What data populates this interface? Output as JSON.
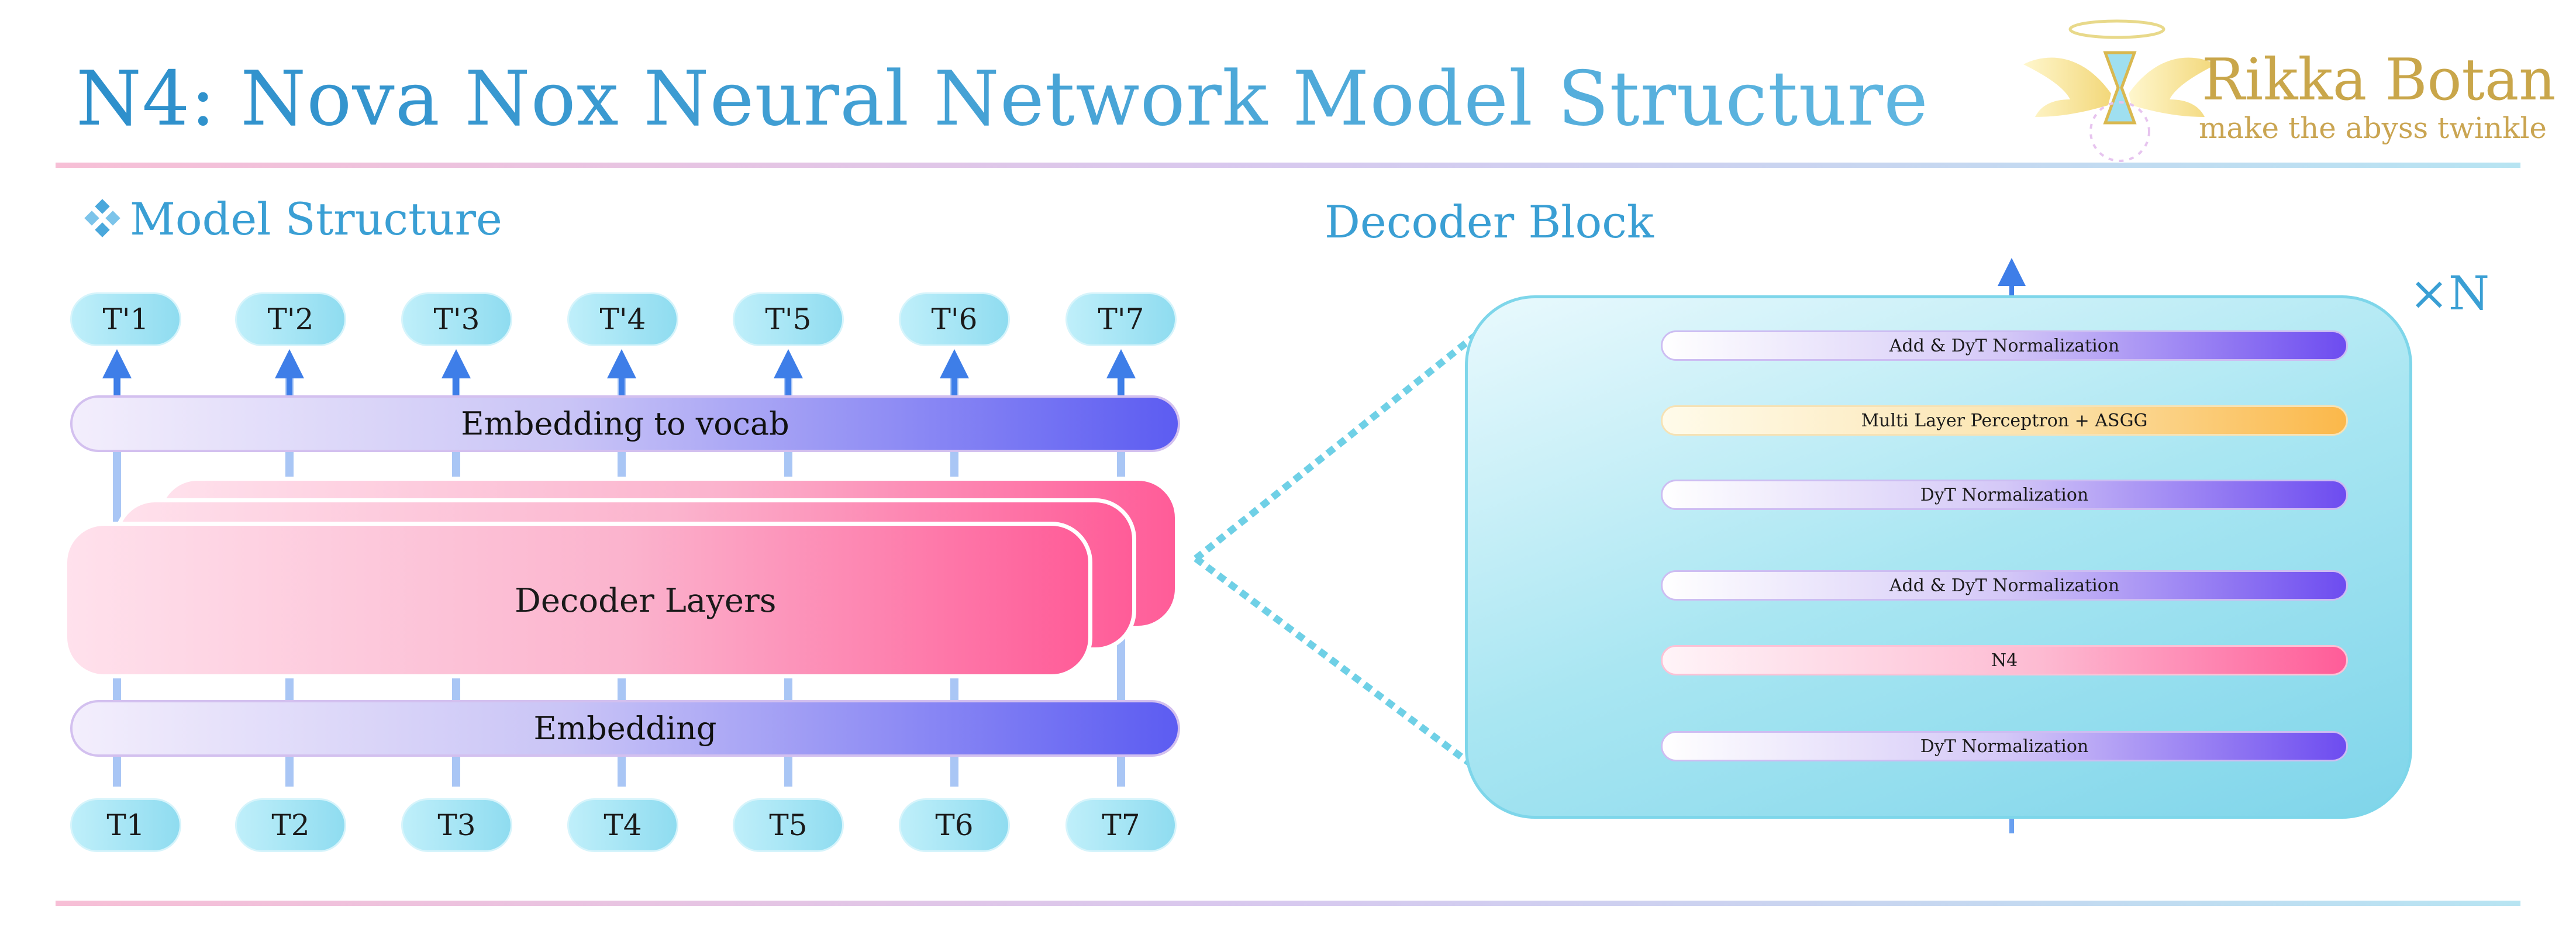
{
  "header": {
    "title": "N4: Nova Nox Neural Network Model Structure",
    "logo_title": "Rikka Botan",
    "logo_subtitle": "make the abyss twinkle"
  },
  "sections": {
    "model_structure": "Model Structure",
    "decoder_block": "Decoder Block"
  },
  "model": {
    "output_tokens": [
      "T'1",
      "T'2",
      "T'3",
      "T'4",
      "T'5",
      "T'6",
      "T'7"
    ],
    "input_tokens": [
      "T1",
      "T2",
      "T3",
      "T4",
      "T5",
      "T6",
      "T7"
    ],
    "embedding_to_vocab": "Embedding to vocab",
    "decoder_layers": "Decoder Layers",
    "embedding": "Embedding"
  },
  "decoder_block": {
    "repeat_label": "×N",
    "layers": [
      "Add & DyT Normalization",
      "Multi Layer Perceptron + ASGG",
      "DyT Normalization",
      "Add & DyT Normalization",
      "N4",
      "DyT Normalization"
    ]
  },
  "colors": {
    "title": "#2f93c9",
    "token": "#8fdcf0",
    "bar_end": "#5c5cf2",
    "decoder_end": "#ff5c98",
    "panel": "#7fd5ea",
    "arrow": "#3e7ee8",
    "mlp_end": "#fbb84a"
  },
  "icons": {
    "section_icon": "diamond-cluster-icon",
    "logo": "winged-hourglass-logo"
  }
}
